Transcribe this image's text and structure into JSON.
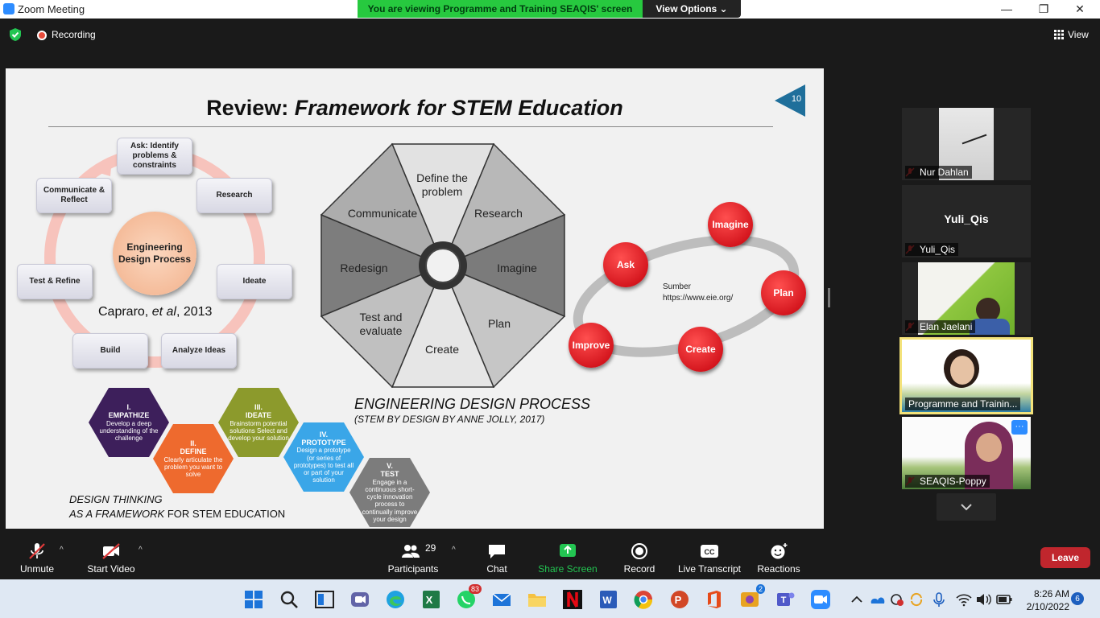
{
  "window": {
    "title": "Zoom Meeting"
  },
  "banner": {
    "viewing": "You are viewing Programme and Training SEAQIS' screen",
    "view_options": "View Options ⌄"
  },
  "window_controls": {
    "minimize": "—",
    "maximize": "❐",
    "close": "✕"
  },
  "meeting": {
    "recording_label": "Recording",
    "view_label": "View"
  },
  "slide": {
    "page_number": "10",
    "title_prefix": "Review: ",
    "title_italic": "Framework for STEM Education",
    "capraro": {
      "steps": {
        "ask": "Ask: Identify problems & constraints",
        "research": "Research",
        "ideate": "Ideate",
        "analyze": "Analyze Ideas",
        "build": "Build",
        "test": "Test & Refine",
        "communicate": "Communicate & Reflect"
      },
      "center": "Engineering Design Process",
      "citation_name": "Capraro, ",
      "citation_italic": "et al",
      "citation_year": ", 2013"
    },
    "octagon": {
      "segments": {
        "define": "Define the problem",
        "research": "Research",
        "imagine": "Imagine",
        "plan": "Plan",
        "create": "Create",
        "test": "Test and evaluate",
        "redesign": "Redesign",
        "communicate": "Communicate"
      },
      "caption": "ENGINEERING DESIGN PROCESS",
      "subcaption": "(STEM BY DESIGN BY ANNE JOLLY, 2017)"
    },
    "eie": {
      "nodes": {
        "ask": "Ask",
        "imagine": "Imagine",
        "plan": "Plan",
        "create": "Create",
        "improve": "Improve"
      },
      "source_label": "Sumber",
      "source_url": "https://www.eie.org/"
    },
    "design_thinking": {
      "stages": [
        {
          "num": "I.",
          "name": "EMPATHIZE",
          "desc": "Develop a deep understanding of the challenge",
          "color": "#3d1f5b"
        },
        {
          "num": "II.",
          "name": "DEFINE",
          "desc": "Clearly articulate the problem you want to solve",
          "color": "#ee6a2e"
        },
        {
          "num": "III.",
          "name": "IDEATE",
          "desc": "Brainstorm potential solutions Select and develop your solution",
          "color": "#8c9a2c"
        },
        {
          "num": "IV.",
          "name": "PROTOTYPE",
          "desc": "Design a prototype (or series of prototypes) to test all or part of your solution",
          "color": "#3aa6e8"
        },
        {
          "num": "V.",
          "name": "TEST",
          "desc": "Engage in a continuous short-cycle innovation process to continually improve your design",
          "color": "#7c7c7c"
        }
      ],
      "caption_line1": "DESIGN THINKING",
      "caption_line2_italic": "AS A FRAMEWORK ",
      "caption_line2_rest": " FOR STEM EDUCATION"
    }
  },
  "participants_panel": {
    "tiles": [
      {
        "name": "Nur Dahlan",
        "muted": true
      },
      {
        "name": "Yuli_Qis",
        "center_label": "Yuli_Qis",
        "muted": true
      },
      {
        "name": "Elan Jaelani",
        "muted": true
      },
      {
        "name": "Programme and Trainin...",
        "muted": false,
        "active_speaker": true
      },
      {
        "name": "SEAQIS-Poppy",
        "muted": true,
        "more_label": "···"
      }
    ],
    "active_color": "#f3e27a"
  },
  "toolbar": {
    "unmute": "Unmute",
    "start_video": "Start Video",
    "participants": "Participants",
    "participants_count": "29",
    "chat": "Chat",
    "share_screen": "Share Screen",
    "record": "Record",
    "live_transcript": "Live Transcript",
    "reactions": "Reactions",
    "leave": "Leave",
    "caret": "^"
  },
  "taskbar": {
    "whatsapp_badge": "83",
    "teams_badge": "2",
    "time": "8:26 AM",
    "date": "2/10/2022",
    "notifications": "6"
  }
}
